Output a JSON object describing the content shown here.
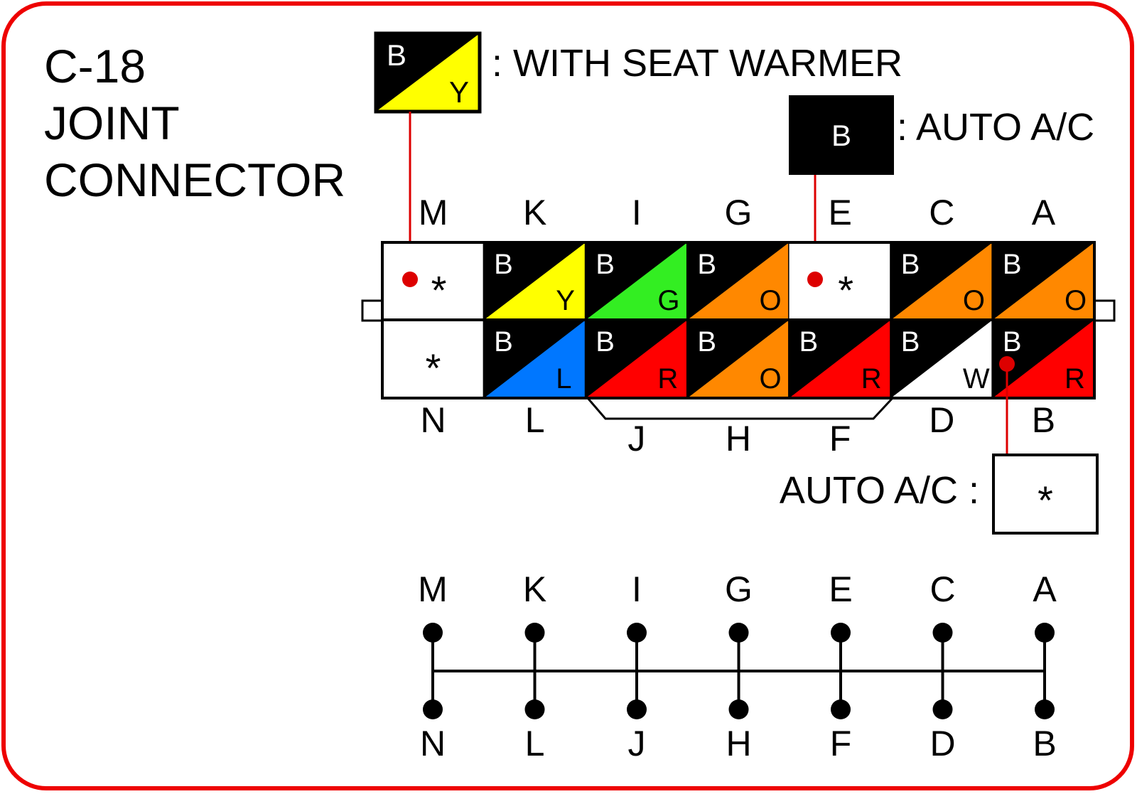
{
  "title": {
    "line1": "C-18",
    "line2": "JOINT",
    "line3": "CONNECTOR"
  },
  "legend": {
    "seat_warmer": {
      "top": "B",
      "bottom": "Y",
      "label": ": WITH SEAT WARMER"
    },
    "auto_ac_top": {
      "letter": "B",
      "label": ": AUTO A/C"
    },
    "auto_ac_bottom": {
      "symbol": "*",
      "label": "AUTO A/C :"
    }
  },
  "connector": {
    "top_pins": [
      "M",
      "K",
      "I",
      "G",
      "E",
      "C",
      "A"
    ],
    "bottom_pins": [
      "N",
      "L",
      "J",
      "H",
      "F",
      "D",
      "B"
    ],
    "top_row": [
      {
        "pin": "M",
        "type": "star",
        "symbol": "*"
      },
      {
        "pin": "K",
        "type": "split",
        "top": "B",
        "bottom": "Y",
        "color": "#ffff00"
      },
      {
        "pin": "I",
        "type": "split",
        "top": "B",
        "bottom": "G",
        "color": "#33ee22"
      },
      {
        "pin": "G",
        "type": "split",
        "top": "B",
        "bottom": "O",
        "color": "#ff8800"
      },
      {
        "pin": "E",
        "type": "star",
        "symbol": "*"
      },
      {
        "pin": "C",
        "type": "split",
        "top": "B",
        "bottom": "O",
        "color": "#ff8800"
      },
      {
        "pin": "A",
        "type": "split",
        "top": "B",
        "bottom": "O",
        "color": "#ff8800"
      }
    ],
    "bottom_row": [
      {
        "pin": "N",
        "type": "star",
        "symbol": "*"
      },
      {
        "pin": "L",
        "type": "split",
        "top": "B",
        "bottom": "L",
        "color": "#0077ff"
      },
      {
        "pin": "J",
        "type": "split",
        "top": "B",
        "bottom": "R",
        "color": "#ff0000"
      },
      {
        "pin": "H",
        "type": "split",
        "top": "B",
        "bottom": "O",
        "color": "#ff8800"
      },
      {
        "pin": "F",
        "type": "split",
        "top": "B",
        "bottom": "R",
        "color": "#ff0000"
      },
      {
        "pin": "D",
        "type": "split",
        "top": "B",
        "bottom": "W",
        "color": "#ffffff"
      },
      {
        "pin": "B",
        "type": "split",
        "top": "B",
        "bottom": "R",
        "color": "#ff0000"
      }
    ]
  },
  "schematic": {
    "top_pins": [
      "M",
      "K",
      "I",
      "G",
      "E",
      "C",
      "A"
    ],
    "bottom_pins": [
      "N",
      "L",
      "J",
      "H",
      "F",
      "D",
      "B"
    ]
  },
  "colors": {
    "frame": "#ee0000",
    "leader": "#dd0000",
    "black": "#000000",
    "white": "#ffffff"
  }
}
